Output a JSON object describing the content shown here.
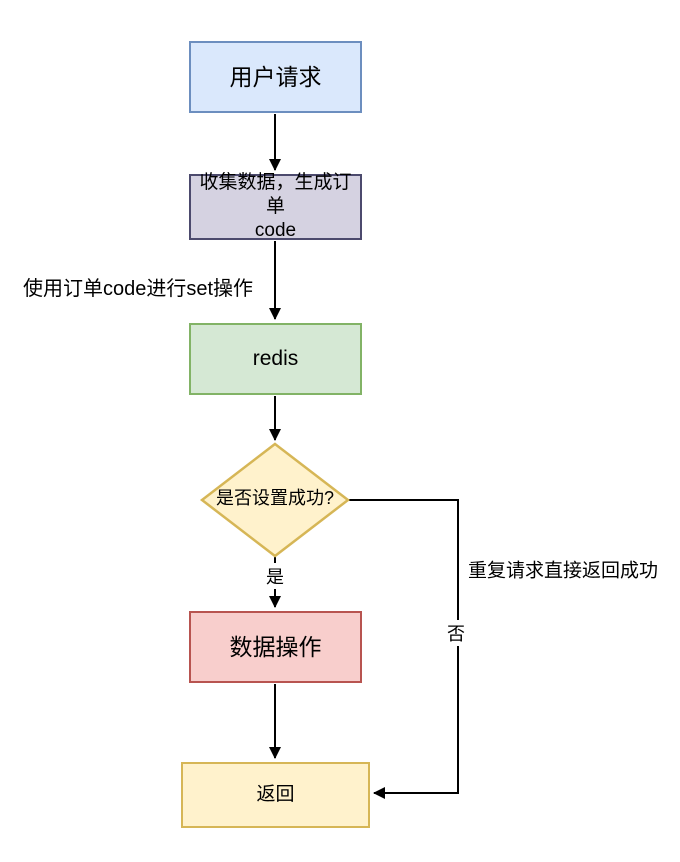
{
  "diagram": {
    "background": "#ffffff",
    "edge_color": "#000000",
    "nodes": {
      "user_request": {
        "label": "用户请求",
        "fill": "#dae8fc",
        "stroke": "#6c8ebf"
      },
      "collect_data": {
        "lines": [
          "收集数据，生成订单",
          "code"
        ],
        "fill": "#d5d2e1",
        "stroke": "#4c4a6d"
      },
      "redis": {
        "label": "redis",
        "fill": "#d5e8d4",
        "stroke": "#82b366"
      },
      "decision": {
        "label": "是否设置成功?",
        "fill": "#fff2cc",
        "stroke": "#d6b656"
      },
      "data_operation": {
        "label": "数据操作",
        "fill": "#f8cecc",
        "stroke": "#b85450"
      },
      "return": {
        "label": "返回",
        "fill": "#fff2cc",
        "stroke": "#d6b656"
      }
    },
    "edge_labels": {
      "set_operation": "使用订单code进行set操作",
      "yes": "是",
      "no": "否",
      "repeat_request": "重复请求直接返回成功"
    }
  }
}
